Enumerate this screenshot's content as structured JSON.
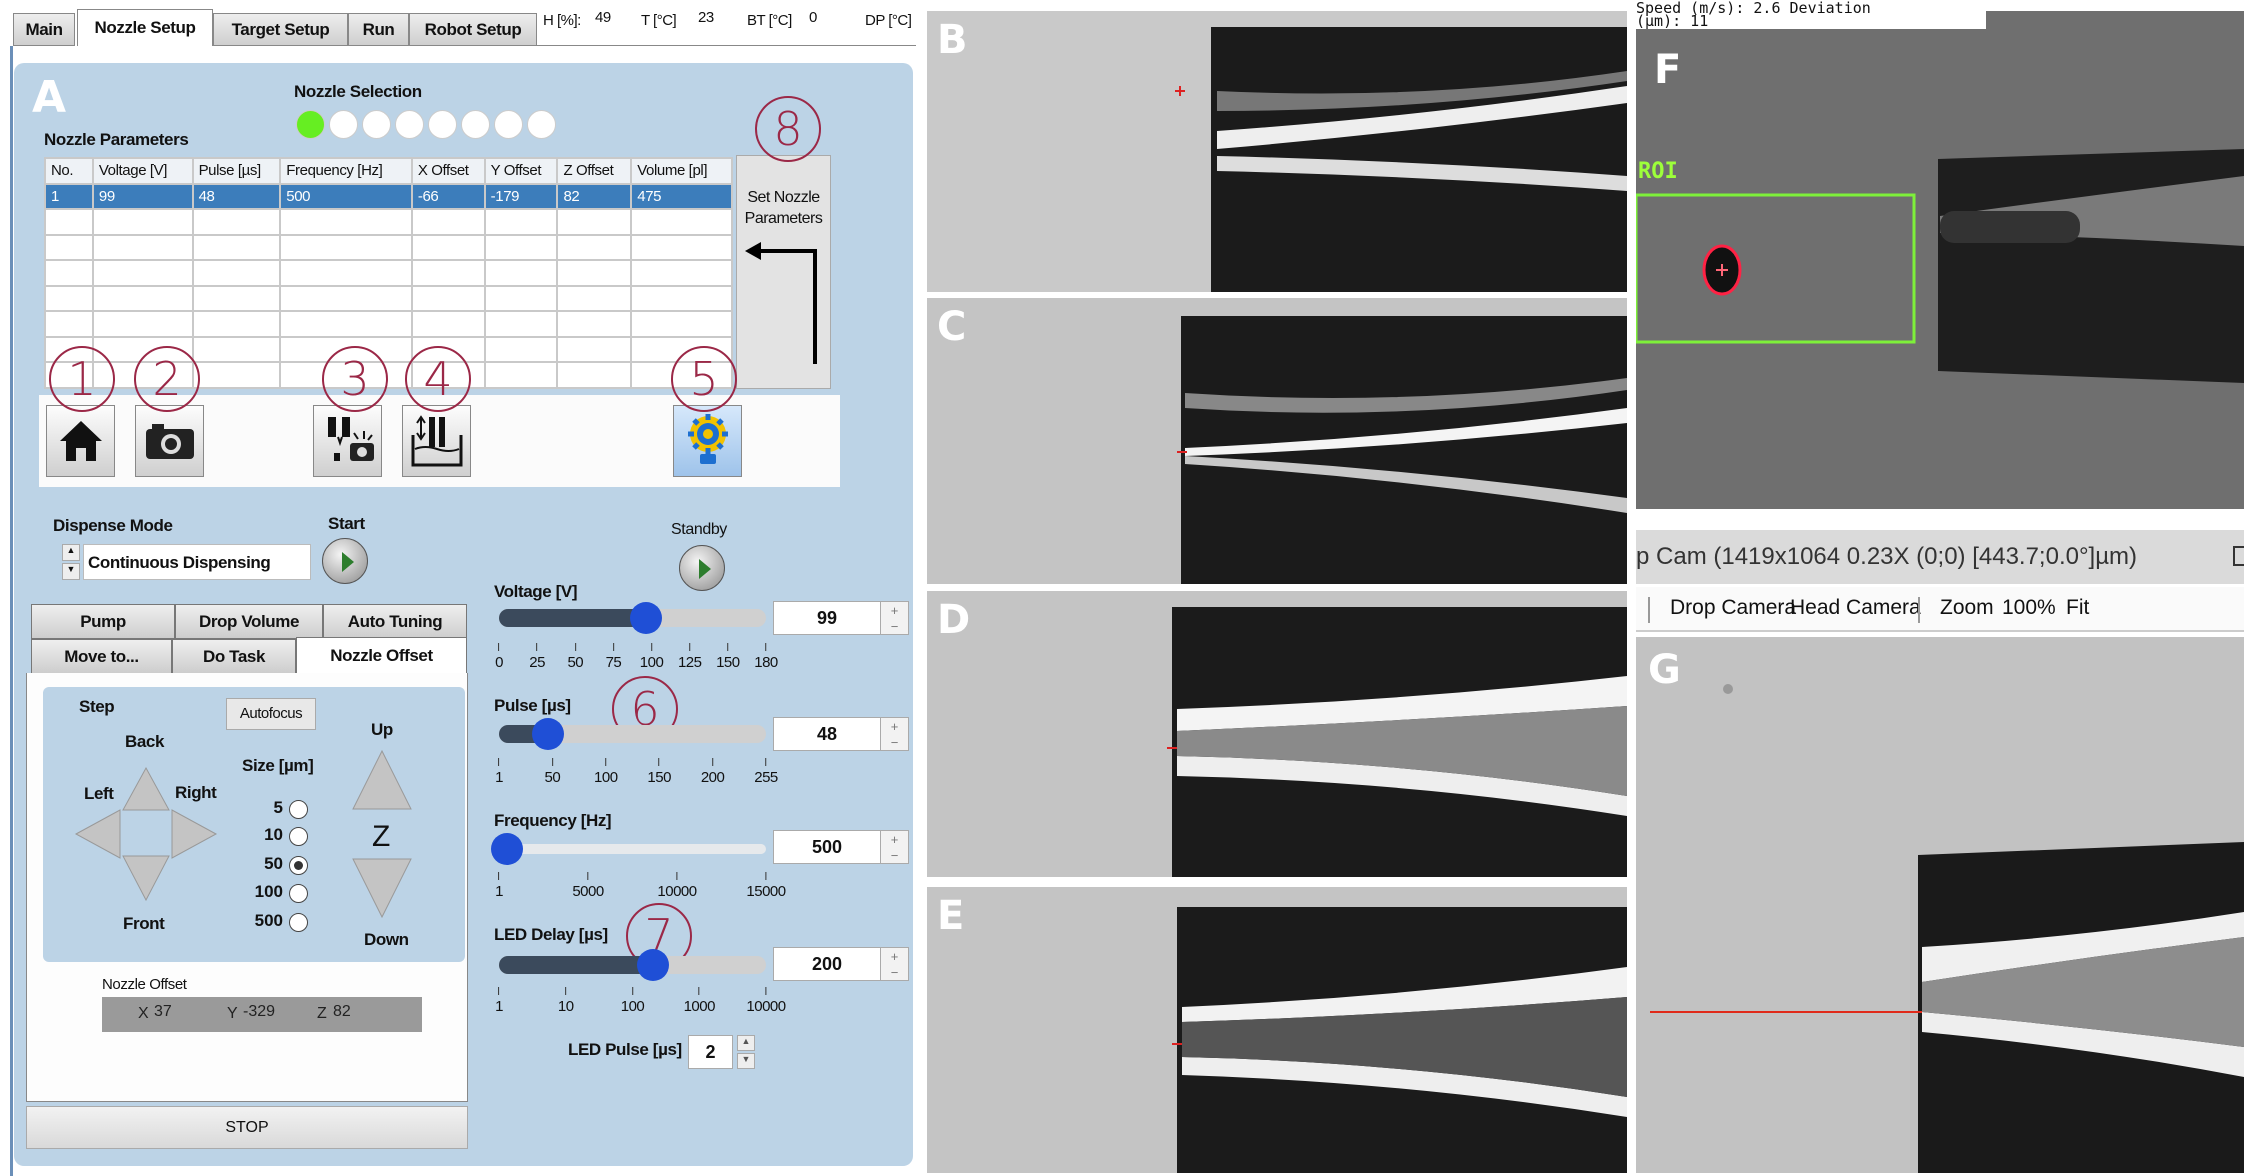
{
  "tabs": [
    {
      "label": "Main"
    },
    {
      "label": "Nozzle Setup",
      "active": true
    },
    {
      "label": "Target Setup"
    },
    {
      "label": "Run"
    },
    {
      "label": "Robot Setup"
    }
  ],
  "status": {
    "h_label": "H [%]:",
    "h": "49",
    "t_label": "T [°C]",
    "t": "23",
    "bt_label": "BT [°C]",
    "bt": "0",
    "dp_label": "DP [°C]"
  },
  "panel_letter": "A",
  "nozzle_selection": {
    "label": "Nozzle Selection",
    "count": 8,
    "selected": 1,
    "active_color": "#66ee22"
  },
  "nozzle_parameters": {
    "label": "Nozzle Parameters",
    "columns": [
      "No.",
      "Voltage [V]",
      "Pulse [µs]",
      "Frequency [Hz]",
      "X Offset",
      "Y Offset",
      "Z Offset",
      "Volume [pl]"
    ],
    "rows": [
      [
        "1",
        "99",
        "48",
        "500",
        "-66",
        "-179",
        "82",
        "475"
      ]
    ],
    "empty_rows": 7
  },
  "set_nozzle_button": "Set Nozzle Parameters",
  "annotations": [
    "1",
    "2",
    "3",
    "4",
    "5",
    "6",
    "7",
    "8"
  ],
  "toolbar_icons": [
    "home-icon",
    "camera-icon",
    "nozzle-camera-icon",
    "nozzle-clean-icon",
    "settings-bulb-icon"
  ],
  "dispense": {
    "label": "Dispense Mode",
    "value": "Continuous Dispensing",
    "start_label": "Start",
    "standby_label": "Standby"
  },
  "control_tabs": {
    "row1": [
      "Pump",
      "Drop Volume",
      "Auto Tuning"
    ],
    "row2": [
      "Move to...",
      "Do Task",
      "Nozzle Offset"
    ],
    "active": "Nozzle Offset"
  },
  "step": {
    "label": "Step",
    "autofocus": "Autofocus",
    "back": "Back",
    "left": "Left",
    "right": "Right",
    "front": "Front",
    "up": "Up",
    "z": "Z",
    "down": "Down",
    "size_label": "Size [µm]",
    "sizes": [
      "5",
      "10",
      "50",
      "100",
      "500"
    ],
    "selected_size": "50"
  },
  "nozzle_offset": {
    "label": "Nozzle Offset",
    "x_label": "X",
    "x": "37",
    "y_label": "Y",
    "y": "-329",
    "z_label": "Z",
    "z": "82"
  },
  "stop_label": "STOP",
  "sliders": {
    "voltage": {
      "label": "Voltage [V]",
      "value": "99",
      "fraction": 0.55,
      "ticks": [
        "0",
        "25",
        "50",
        "75",
        "100",
        "125",
        "150",
        "180"
      ]
    },
    "pulse": {
      "label": "Pulse [µs]",
      "value": "48",
      "fraction": 0.185,
      "ticks": [
        "1",
        "50",
        "100",
        "150",
        "200",
        "255"
      ]
    },
    "frequency": {
      "label": "Frequency [Hz]",
      "value": "500",
      "fraction": 0.03,
      "ticks": [
        "1",
        "5000",
        "10000",
        "15000"
      ]
    },
    "led_delay": {
      "label": "LED Delay [µs]",
      "value": "200",
      "fraction": 0.575,
      "ticks": [
        "1",
        "10",
        "100",
        "1000",
        "10000"
      ]
    }
  },
  "led_pulse": {
    "label": "LED Pulse [µs]",
    "value": "2"
  },
  "cameras": {
    "b": "B",
    "c": "C",
    "d": "D",
    "e": "E",
    "f": "F",
    "g": "G"
  },
  "analysis": {
    "text_line1": "Speed (m/s): 2.6 Deviation",
    "text_line2": "(µm): 11",
    "roi_label": "ROI"
  },
  "cam_status": "p Cam (1419x1064 0.23X (0;0) [443.7;0.0°]µm)",
  "cam_toolbar": {
    "drop_camera": "Drop Camera",
    "head_camera": "Head Camera",
    "zoom": "Zoom",
    "zoom_level": "100%",
    "fit": "Fit"
  }
}
